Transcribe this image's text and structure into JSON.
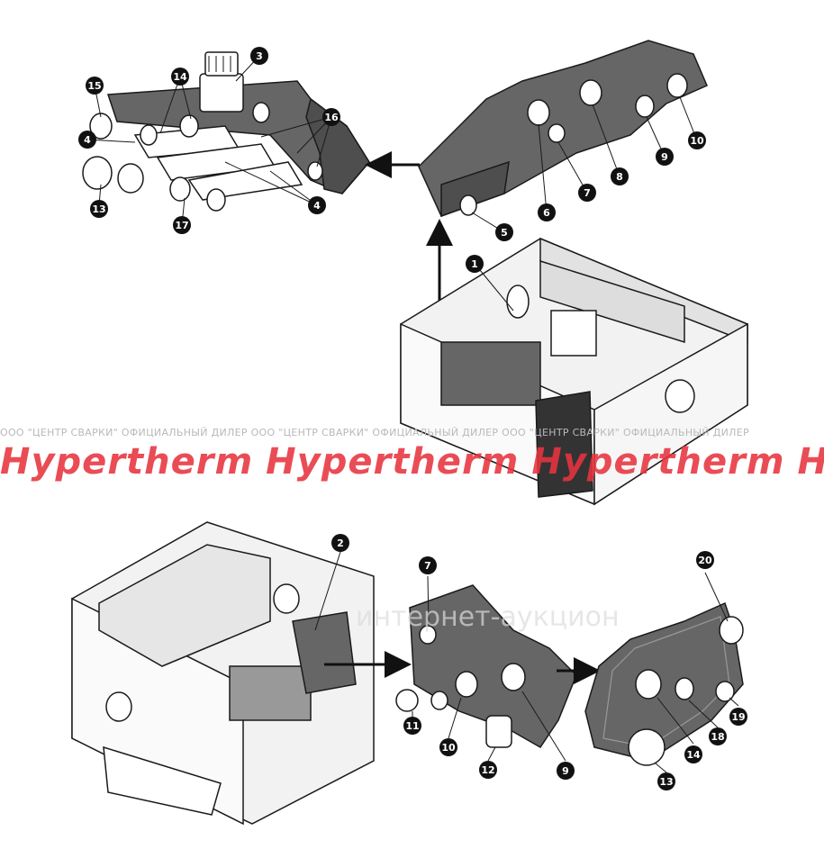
{
  "colors": {
    "accent": "#e8343f",
    "part_fill": "#666666",
    "part_fill_dark": "#4e4e4e",
    "line": "#1a1a1a",
    "callout_bg": "#111111"
  },
  "callouts": [
    "1",
    "2",
    "3",
    "4",
    "5",
    "6",
    "7",
    "8",
    "9",
    "10",
    "11",
    "12",
    "13",
    "14",
    "15",
    "16",
    "17",
    "18",
    "19",
    "20"
  ],
  "watermark": {
    "small_text": "ООО \"ЦЕНТР СВАРКИ\"  ОФИЦИАЛЬНЫЙ ДИЛЕР",
    "brand": "Hypertherm",
    "faint_text": "интернет-аукцион"
  }
}
